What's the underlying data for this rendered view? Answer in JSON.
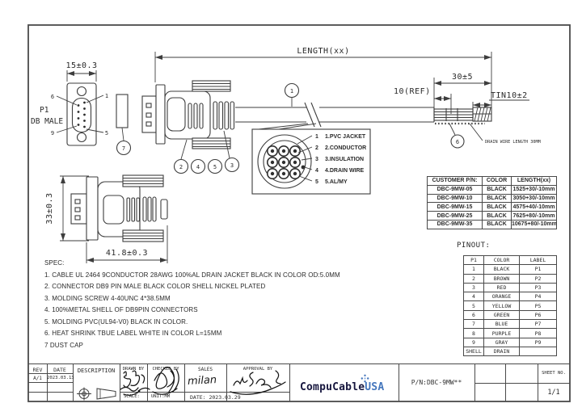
{
  "drawing": {
    "front": {
      "p1": "P1",
      "db_male": "DB MALE",
      "pin_top_left": "6",
      "pin_top_right": "1",
      "pin_bottom_left": "9",
      "pin_bottom_right": "5",
      "width_dim": "15±0.3"
    },
    "bottom_view": {
      "height_dim": "33±0.3",
      "width_dim": "41.8±0.3"
    },
    "cable": {
      "length_dim": "LENGTH(xx)",
      "strip_dim": "30±5",
      "ref_dim": "10(REF)",
      "tin_dim": "TIN10±2",
      "drain_note": "DRAIN WIRE LENGTH 30MM"
    },
    "callouts": {
      "c1": "1",
      "c2": "2",
      "c3": "3",
      "c4": "4",
      "c5": "5",
      "c6": "6",
      "c7": "7"
    },
    "legend": [
      {
        "n": "1",
        "t": "1.PVC JACKET"
      },
      {
        "n": "2",
        "t": "2.CONDUCTOR"
      },
      {
        "n": "3",
        "t": "3.INSULATION"
      },
      {
        "n": "4",
        "t": "4.DRAIN WIRE"
      },
      {
        "n": "5",
        "t": "5.AL/MY"
      }
    ]
  },
  "customer_table": {
    "headers": [
      "CUSTOMER P/N:",
      "COLOR",
      "LENGTH(xx)"
    ],
    "rows": [
      [
        "DBC-9MW-05",
        "BLACK",
        "1525+30/-10mm"
      ],
      [
        "DBC-9MW-10",
        "BLACK",
        "3050+30/-10mm"
      ],
      [
        "DBC-9MW-15",
        "BLACK",
        "4575+40/-10mm"
      ],
      [
        "DBC-9MW-25",
        "BLACK",
        "7625+80/-10mm"
      ],
      [
        "DBC-9MW-35",
        "BLACK",
        "10675+80/-10mm"
      ]
    ]
  },
  "pinout": {
    "title": "PINOUT:",
    "headers": [
      "P1",
      "COLOR",
      "LABEL"
    ],
    "rows": [
      [
        "1",
        "BLACK",
        "P1"
      ],
      [
        "2",
        "BROWN",
        "P2"
      ],
      [
        "3",
        "RED",
        "P3"
      ],
      [
        "4",
        "ORANGE",
        "P4"
      ],
      [
        "5",
        "YELLOW",
        "P5"
      ],
      [
        "6",
        "GREEN",
        "P6"
      ],
      [
        "7",
        "BLUE",
        "P7"
      ],
      [
        "8",
        "PURPLE",
        "P8"
      ],
      [
        "9",
        "GRAY",
        "P9"
      ],
      [
        "SHELL",
        "DRAIN",
        ""
      ]
    ]
  },
  "spec": {
    "title": "SPEC:",
    "items": [
      "1. CABLE UL 2464 9CONDUCTOR 28AWG 100%AL DRAIN JACKET BLACK IN COLOR OD:5.0MM",
      "2. CONNECTOR DB9 PIN MALE BLACK COLOR SHELL NICKEL PLATED",
      "3. MOLDING SCREW 4-40UNC 4*38.5MM",
      "4. 100%METAL SHELL OF DB9PIN CONNECTORS",
      "5. MOLDING PVC(UL94-V0) BLACK IN COLOR.",
      "6. HEAT SHRINK TBUE LABEL WHITE IN COLOR L=15MM",
      "7 DUST CAP"
    ]
  },
  "title_block": {
    "rev_label": "REV",
    "date_label": "DATE",
    "rev": "A/1",
    "date": "2023.03.13",
    "description_label": "DESCRIPTION",
    "drawn_label": "DRAWN BY",
    "checked_label": "CHECKED BY",
    "sales_label": "SALES",
    "approval_label": "APPROVAL BY",
    "scale_label": "SCALE:",
    "unit_label": "UNIT:MM",
    "date2": "DATE: 2023.03.29",
    "sales_signature": "milan",
    "logo_part1": "CompuCable",
    "logo_part2": "USA",
    "pn": "P/N:DBC-9MW**",
    "sheet_label": "SHEET NO.",
    "sheet": "1/1"
  },
  "colors": {
    "line": "#3d3d3d",
    "text": "#2a2a2a",
    "logo_navy": "#16163e",
    "logo_blue": "#4577bd"
  }
}
